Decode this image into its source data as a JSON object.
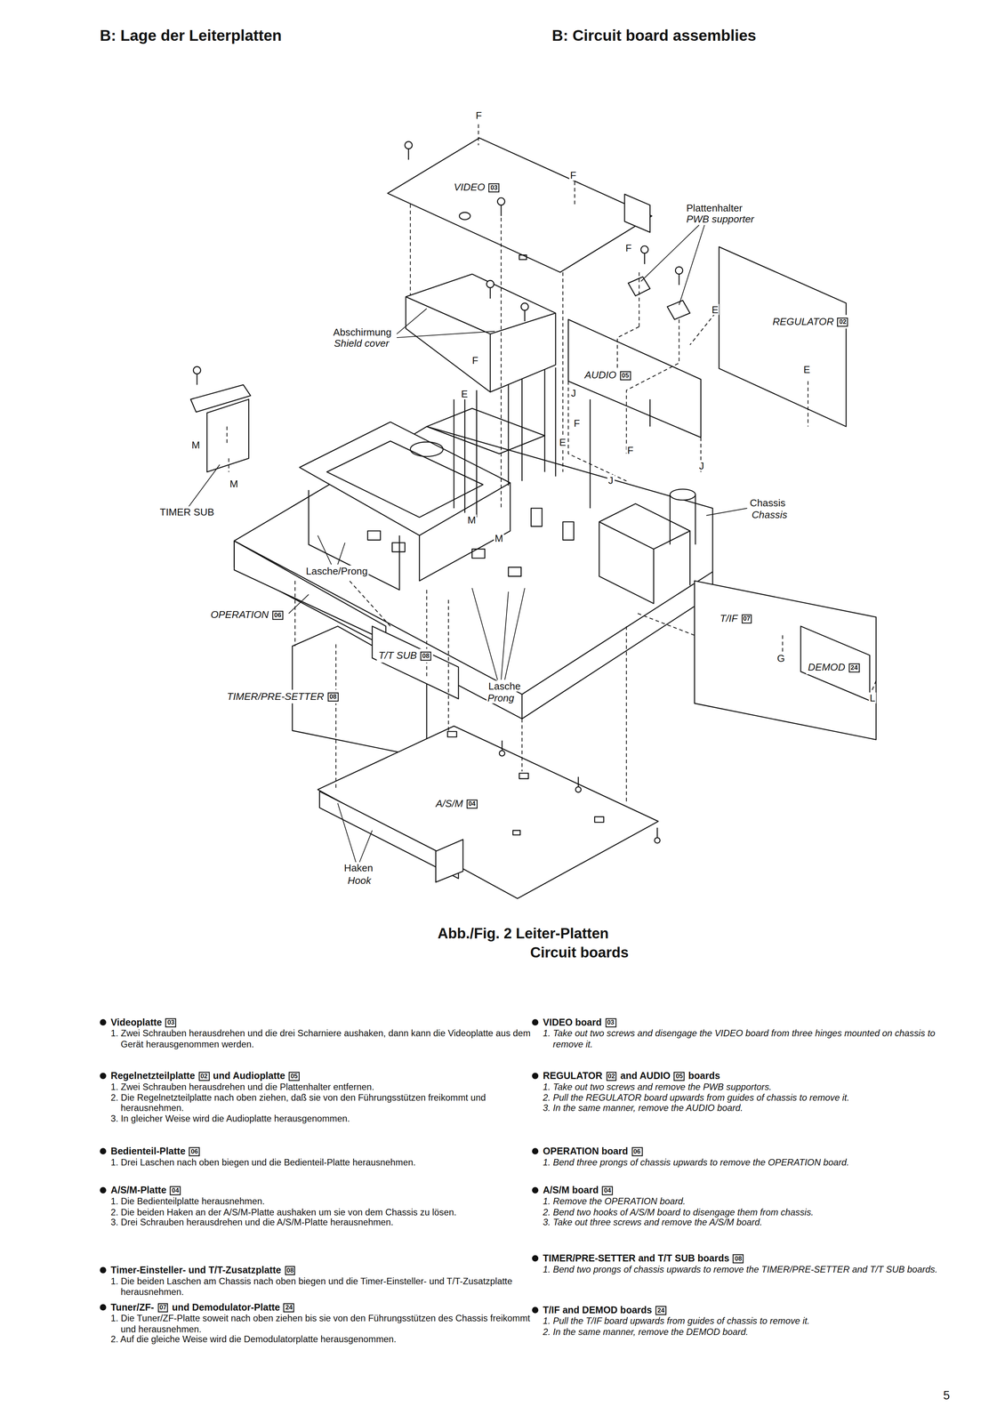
{
  "diagram": {
    "title": "B: Lage der Leiterplatten",
    "caption": "Abb./Fig. 2 Leiter-Platten",
    "nodes": [
      {
        "text": [
          "VIDEO",
          "03"
        ]
      },
      {
        "text": [
          "REGULATOR",
          "02"
        ]
      },
      {
        "text": [
          "AUDIO",
          "05"
        ]
      },
      {
        "text": [
          "OPERATION",
          "06"
        ]
      },
      {
        "text": [
          "T/IF",
          "07"
        ]
      },
      {
        "text": [
          "DEMOD",
          "24"
        ]
      },
      {
        "text": [
          "T/T SUB",
          "08"
        ]
      },
      {
        "text": [
          "TIMER/PRE-SETTER",
          "08"
        ]
      },
      {
        "text": [
          "A/S/M",
          "04"
        ]
      }
    ],
    "labels": [
      "F",
      "F",
      "F",
      "Plattenhalter",
      "PWB supporter",
      "E",
      "E",
      "Abschirmung",
      "Shield cover",
      "F",
      "E",
      "J",
      "F",
      "E",
      "F",
      "J",
      "J",
      "M",
      "M",
      "TIMER SUB",
      "M",
      "M",
      "Chassis",
      "Chassis",
      "Lasche/Prong",
      "Lasche",
      "Prong",
      "G",
      "L",
      "Haken",
      "Hook",
      "B: Circuit board assemblies",
      "Circuit boards",
      "Videoplatte",
      "03",
      "1. Zwei Schrauben herausdrehen und die drei Scharniere aushaken, dann kann die Videoplatte aus dem Gerät herausgenommen werden.",
      "Regelnetzteilplatte",
      "02",
      "und Audioplatte",
      "05",
      "1. Zwei Schrauben herausdrehen und die Plattenhalter entfernen.",
      "2. Die Regelnetzteilplatte nach oben ziehen, daß sie von den Führungsstützen freikommt und herausnehmen.",
      "3. In gleicher Weise wird die Audioplatte herausgenommen.",
      "Bedienteil-Platte",
      "06",
      "1. Drei Laschen nach oben biegen und die Bedienteil-Platte herausnehmen.",
      "A/S/M-Platte",
      "04",
      "1. Die Bedienteilplatte herausnehmen.",
      "2. Die beiden Haken an der A/S/M-Platte aushaken um sie von dem Chassis zu lösen.",
      "3. Drei Schrauben herausdrehen und die A/S/M-Platte herausnehmen.",
      "Timer-Einsteller- und T/T-Zusatzplatte",
      "08",
      "1. Die beiden Laschen am Chassis nach oben biegen und die Timer-Einsteller- und T/T-Zusatzplatte herausnehmen.",
      "Tuner/ZF-",
      "07",
      "und Demodulator-Platte",
      "24",
      "1. Die Tuner/ZF-Platte soweit nach oben ziehen bis sie von den Führungsstützen des Chassis freikommt und herausnehmen.",
      "2. Auf die gleiche Weise wird die Demodulatorplatte herausgenommen.",
      "VIDEO board",
      "03",
      "1. Take out two screws and disengage the VIDEO board from three hinges mounted on chassis to remove it.",
      "REGULATOR",
      "02",
      "and AUDIO",
      "05",
      "boards",
      "1. Take out two screws and remove the PWB supportors.",
      "2. Pull the REGULATOR board upwards from guides of chassis to remove it.",
      "3. In the same manner, remove the AUDIO board.",
      "OPERATION board",
      "06",
      "1. Bend three prongs of chassis upwards to remove the OPERATION board.",
      "A/S/M board",
      "04",
      "1. Remove the OPERATION board.",
      "2. Bend two hooks of A/S/M board to disengage them from chassis.",
      "3. Take out three screws and remove the A/S/M board.",
      "TIMER/PRE-SETTER and T/T SUB boards",
      "08",
      "1. Bend two prongs of chassis upwards to remove the TIMER/PRE-SETTER and T/T SUB boards.",
      "T/IF and DEMOD boards",
      "24",
      "1. Pull the T/IF board upwards from guides of chassis to remove it.",
      "2. In the same manner, remove the DEMOD board.",
      "5"
    ]
  }
}
